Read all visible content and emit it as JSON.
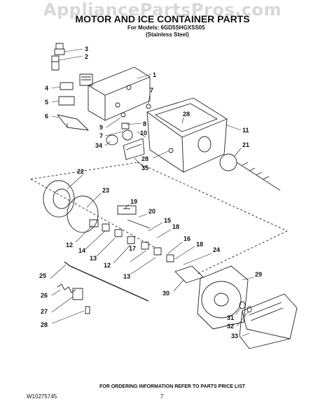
{
  "header": {
    "watermark": "AppliancePartsPros.com",
    "title": "MOTOR AND ICE CONTAINER PARTS",
    "models_line": "For Models: 6GD5SHGXSS05",
    "finish_line": "(Stainless Steel)"
  },
  "footer": {
    "doc_number": "W10275745",
    "ordering_note": "FOR ORDERING INFORMATION REFER TO PARTS PRICE LIST",
    "page_number": "7"
  },
  "part_callouts": [
    "3",
    "2",
    "1",
    "4",
    "7",
    "5",
    "28",
    "9",
    "8",
    "6",
    "11",
    "7",
    "10",
    "34",
    "21",
    "28",
    "35",
    "22",
    "23",
    "19",
    "20",
    "15",
    "18",
    "12",
    "14",
    "13",
    "16",
    "17",
    "12",
    "18",
    "24",
    "13",
    "25",
    "29",
    "30",
    "26",
    "27",
    "31",
    "32",
    "28",
    "33"
  ]
}
